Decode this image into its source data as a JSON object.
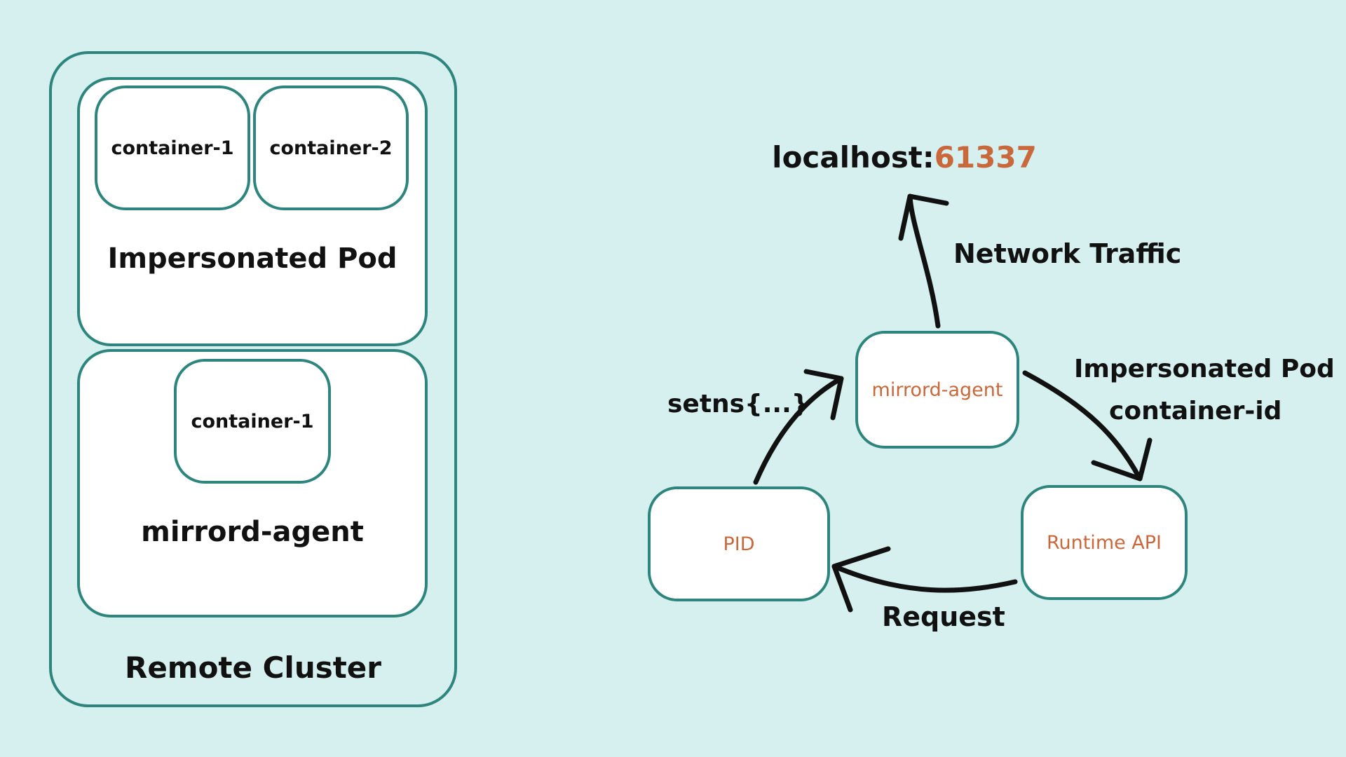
{
  "left": {
    "cluster_label": "Remote Cluster",
    "impersonated_pod": {
      "label": "Impersonated Pod",
      "containers": [
        "container-1",
        "container-2"
      ]
    },
    "agent_pod": {
      "label": "mirrord-agent",
      "containers": [
        "container-1"
      ]
    }
  },
  "right": {
    "localhost": {
      "host": "localhost:",
      "port": "61337"
    },
    "nodes": {
      "agent": "mirrord-agent",
      "runtime": "Runtime API",
      "pid": "PID"
    },
    "edges": {
      "network_traffic": "Network Traffic",
      "impersonated_pod": "Impersonated Pod",
      "container_id": "container-id",
      "request": "Request",
      "setns": "setns{...}"
    }
  },
  "colors": {
    "accent": "#2e857e",
    "highlight": "#c8683b",
    "background": "#d5f0ef"
  }
}
